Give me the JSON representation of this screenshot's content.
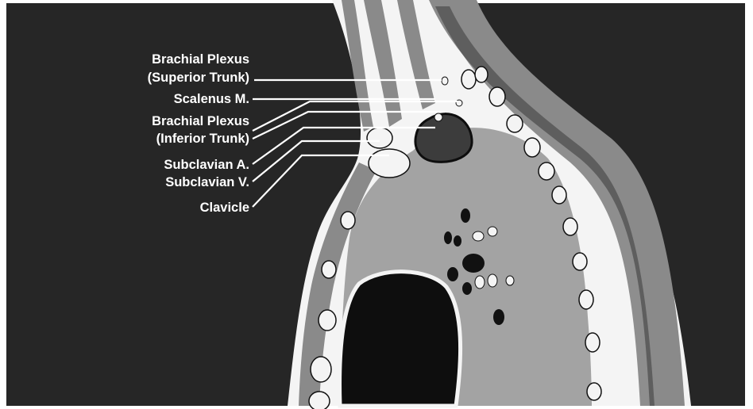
{
  "labels": {
    "brachial_superior_1": "Brachial Plexus",
    "brachial_superior_2": "(Superior Trunk)",
    "scalenus": "Scalenus M.",
    "brachial_inferior_1": "Brachial Plexus",
    "brachial_inferior_2": "(Inferior Trunk)",
    "subclavian_artery": "Subclavian A.",
    "subclavian_vein": "Subclavian V.",
    "clavicle": "Clavicle"
  },
  "colors": {
    "background": "#262626",
    "lung": "#a3a3a3",
    "muscle": "#8a8a8a",
    "fat": "#f2f2f2",
    "dark_structure": "#111111",
    "label_text": "#ffffff"
  }
}
